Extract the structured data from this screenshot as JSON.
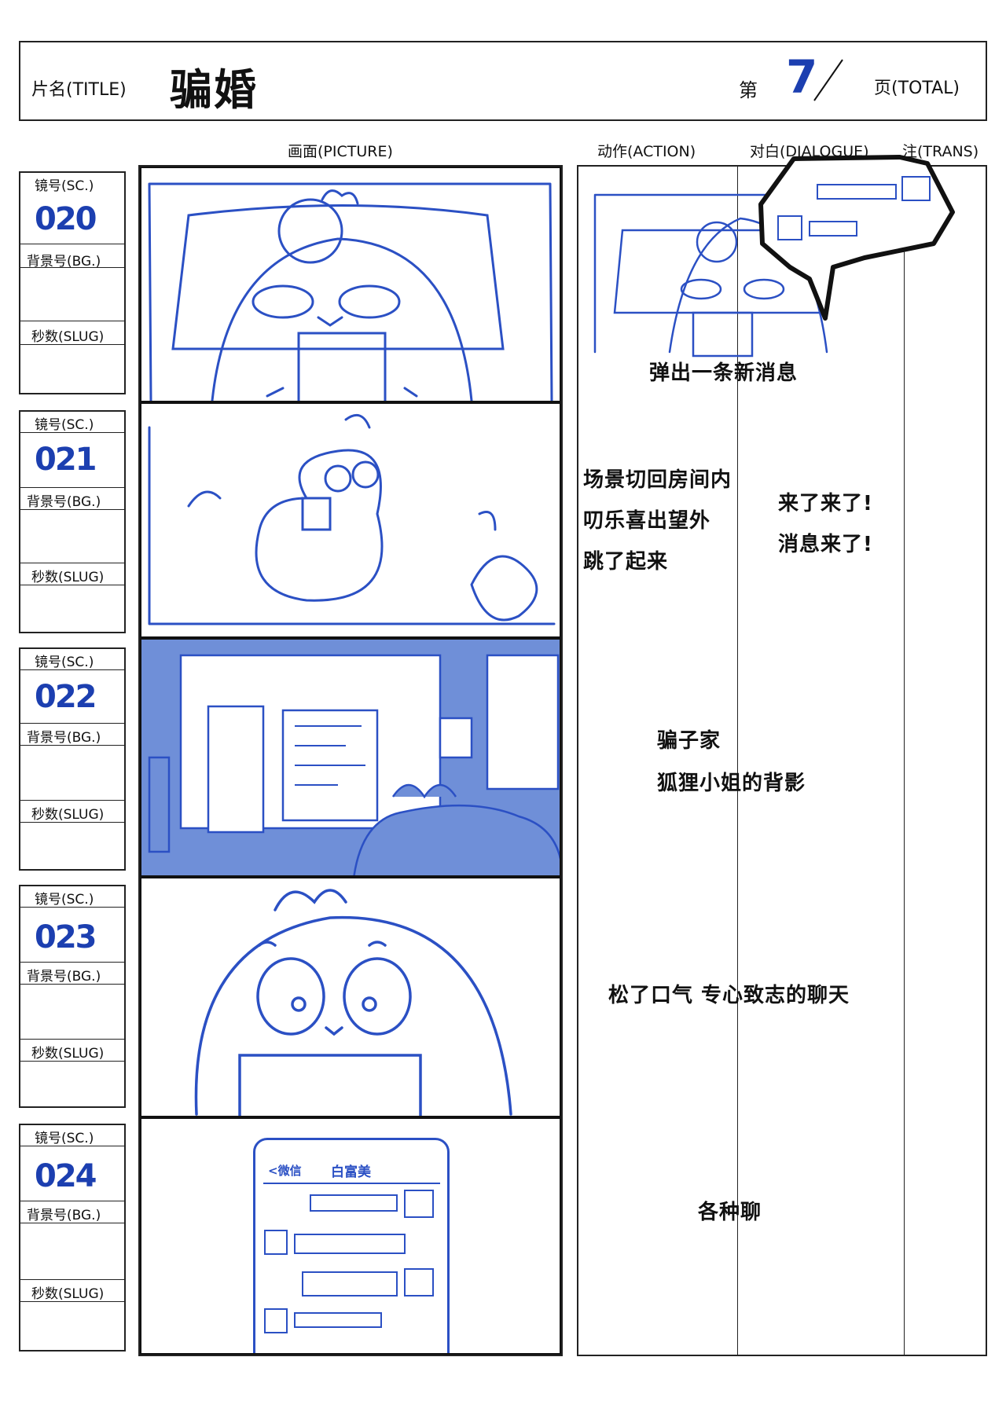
{
  "header": {
    "title_label": "片名(TITLE)",
    "title_value": "骗婚",
    "page_prefix": "第",
    "page_number": "7",
    "total_label": "页(TOTAL)"
  },
  "columns": {
    "picture": "画面(PICTURE)",
    "action": "动作(ACTION)",
    "dialogue": "对白(DIALOGUE)",
    "trans": "注(TRANS)"
  },
  "side_labels": {
    "scene": "镜号(SC.)",
    "background": "背景号(BG.)",
    "slug": "秒数(SLUG)"
  },
  "shots": [
    {
      "scene_no": "020",
      "action": "弹出一条新消息"
    },
    {
      "scene_no": "021",
      "action_lines": [
        "场景切回房间内",
        "叨乐喜出望外",
        "跳了起来"
      ],
      "dialogue_lines": [
        "来了来了!",
        "消息来了!"
      ]
    },
    {
      "scene_no": "022",
      "action_lines": [
        "骗子家",
        "狐狸小姐的背影"
      ]
    },
    {
      "scene_no": "023",
      "action": "松了口气 专心致志的聊天"
    },
    {
      "scene_no": "024",
      "action": "各种聊",
      "phone_back": "<微信",
      "phone_contact": "白富美"
    }
  ],
  "colors": {
    "ink": "#111111",
    "sketch_blue": "#2b50c4",
    "panel_fill_blue": "#6f8fd8",
    "number_blue": "#1c3fb0"
  }
}
